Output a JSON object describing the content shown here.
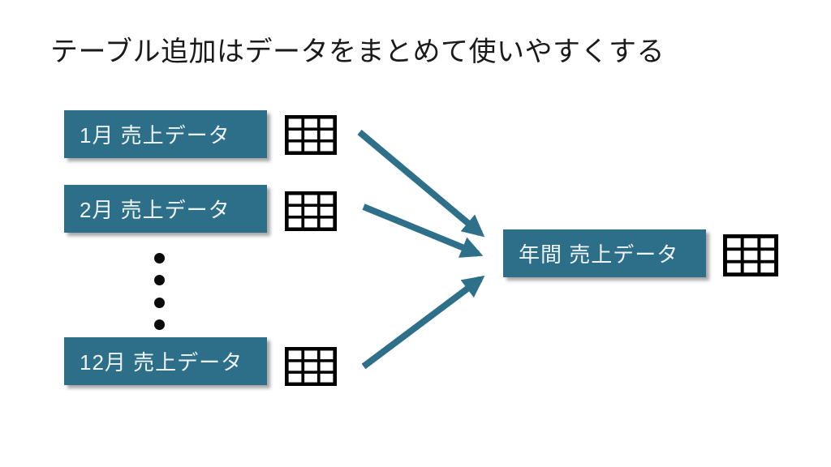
{
  "slide": {
    "title": "テーブル追加はデータをまとめて使いやすくする",
    "sources": [
      {
        "label": "1月 売上データ",
        "icon": "table-grid-3x3"
      },
      {
        "label": "2月 売上データ",
        "icon": "table-grid-3x3"
      },
      {
        "label": "12月 売上データ",
        "icon": "table-grid-3x3"
      }
    ],
    "ellipsis": {
      "dot_count": 4
    },
    "target": {
      "label": "年間 売上データ",
      "icon": "table-grid-3x3"
    },
    "arrows": [
      {
        "name": "january-to-annual"
      },
      {
        "name": "february-to-annual"
      },
      {
        "name": "december-to-annual"
      }
    ],
    "colors": {
      "box_fill": "#2d6e88",
      "box_text": "#eef4f6",
      "arrow": "#2e7089",
      "icon": "#000000",
      "title_text": "#1a1a1a",
      "background": "#ffffff"
    }
  }
}
